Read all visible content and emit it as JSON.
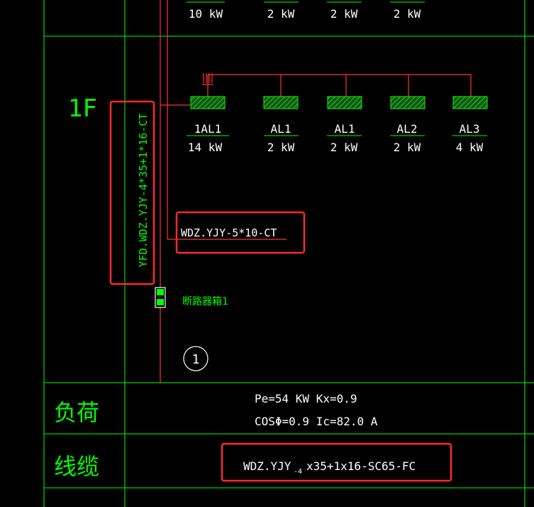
{
  "colors": {
    "background": "#000000",
    "grid_line": "#00ff00",
    "wire": "#ff3333",
    "text_green": "#00ff00",
    "text_white": "#ffffff",
    "highlight_box": "#ff2a2a",
    "panel_fill": "#1a7a1a"
  },
  "top_row": {
    "loads": [
      "10 kW",
      "2 kW",
      "2 kW",
      "2 kW"
    ]
  },
  "floor": {
    "label": "1F",
    "riser_cable": "YFD.WDZ.YJY-4*35+1*16-CT",
    "branch_cable": "WDZ.YJY-5*10-CT",
    "breaker_box_label": "断路器箱1",
    "circle_marker": "1",
    "panels": [
      {
        "name": "1AL1",
        "load": "14 kW"
      },
      {
        "name": "AL1",
        "load": "2 kW"
      },
      {
        "name": "AL1",
        "load": "2 kW"
      },
      {
        "name": "AL2",
        "load": "2 kW"
      },
      {
        "name": "AL3",
        "load": "4 kW"
      }
    ]
  },
  "load_row": {
    "label": "负荷",
    "line1": "Pe=54 KW   Kx=0.9",
    "line2": "COSΦ=0.9    Ic=82.0 A"
  },
  "cable_row": {
    "label": "线缆",
    "cable_prefix": "WDZ.YJY",
    "cable_sub": "-4",
    "cable_suffix": "x35+1x16-SC65-FC"
  }
}
